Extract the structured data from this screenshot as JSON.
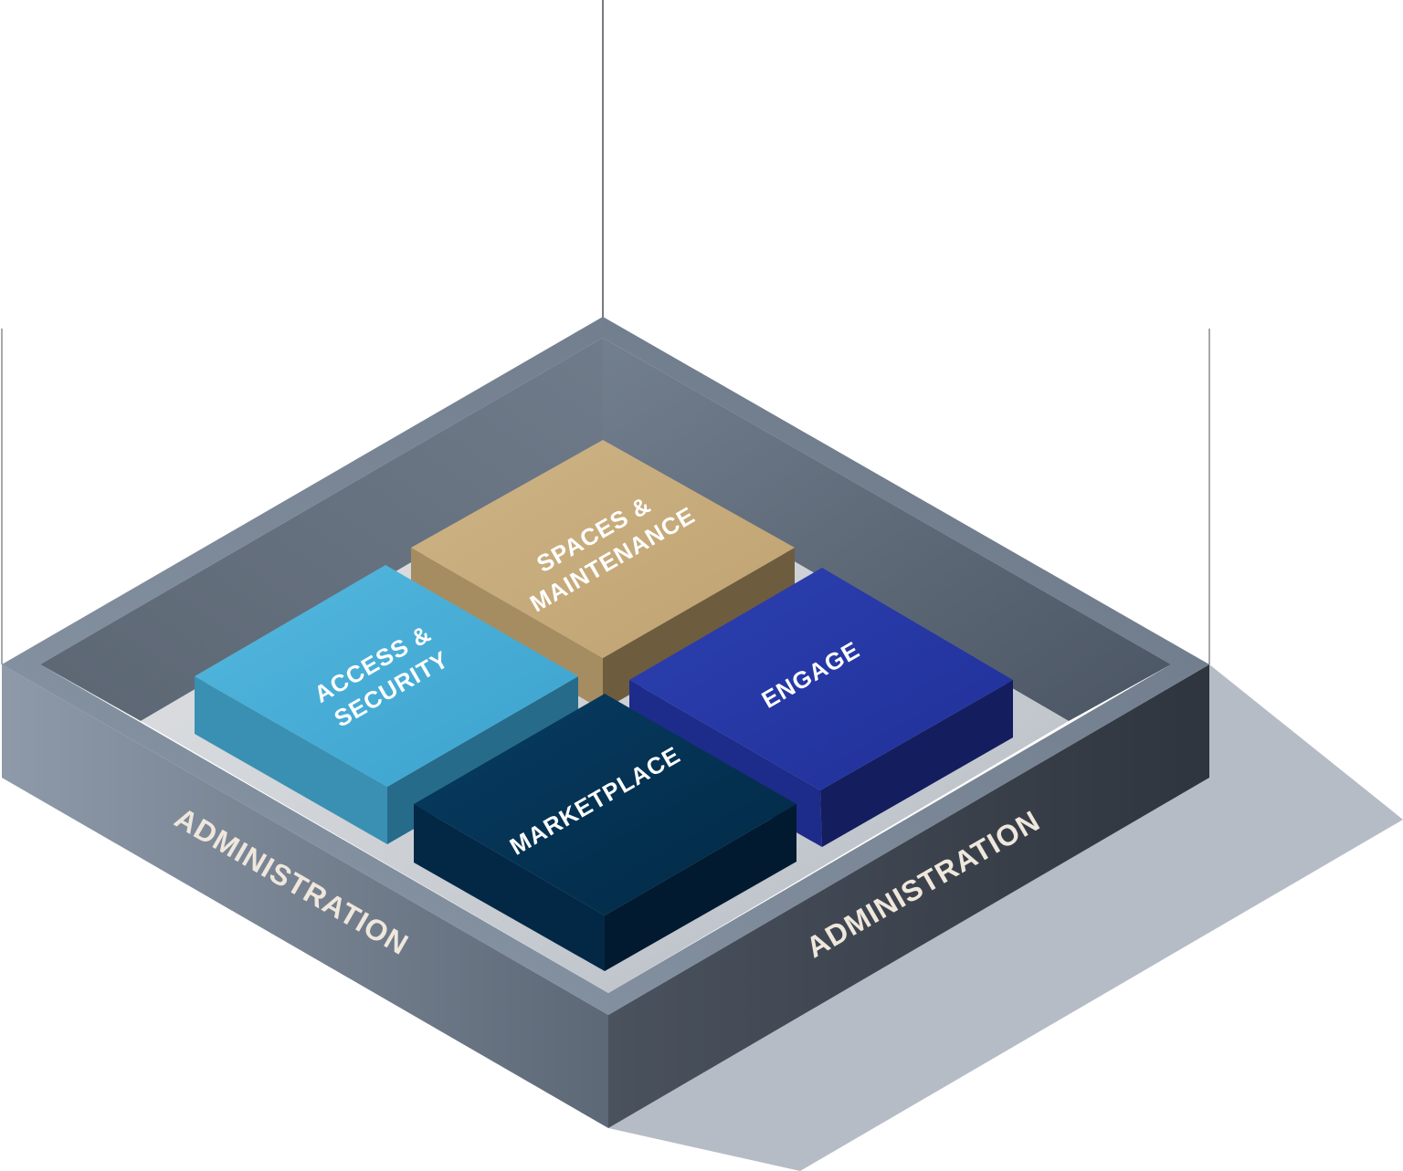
{
  "frame": {
    "front_left_label": "ADMINISTRATION",
    "front_right_label": "ADMINISTRATION"
  },
  "modules": {
    "spaces": {
      "line1": "SPACES &",
      "line2": "MAINTENANCE",
      "color": "#c6ac7c"
    },
    "access": {
      "line1": "ACCESS &",
      "line2": "SECURITY",
      "color": "#43aed6"
    },
    "engage": {
      "line1": "ENGAGE",
      "color": "#2636a4"
    },
    "marketplace": {
      "line1": "MARKETPLACE",
      "color": "#033256"
    }
  },
  "colors": {
    "frame_light": "#8c99a8",
    "frame_dark": "#3b424c",
    "floor": "#d8dadc",
    "shadow": "#b6bcc5"
  }
}
